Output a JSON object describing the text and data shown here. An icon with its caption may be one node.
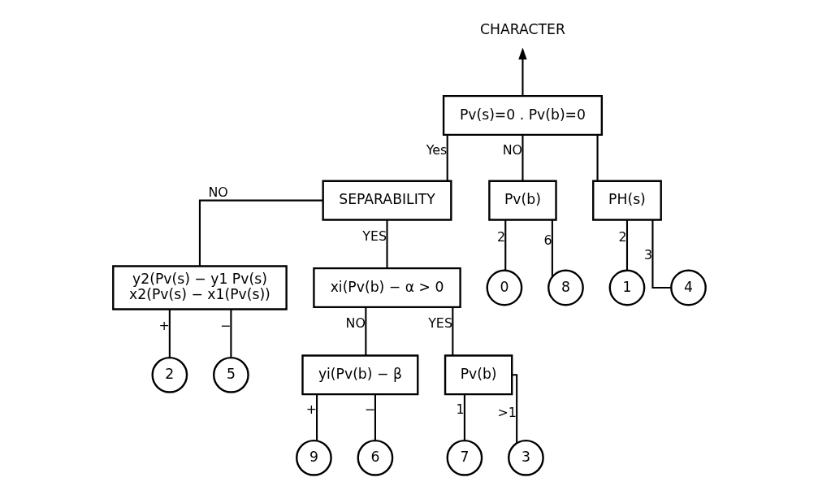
{
  "diagram": {
    "nodes": [
      {
        "text": [
          "CHARACTER"
        ]
      },
      {
        "text": [
          "Pv(s)=0 . Pv(b)=0"
        ]
      },
      {
        "text": [
          "SEPARABILITY"
        ]
      },
      {
        "text": [
          "y2(Pv(s) − y1 Pv(s)",
          "x2(Pv(s) − x1(Pv(s))"
        ]
      },
      {
        "text": [
          "xi(Pv(b) − α > 0"
        ]
      },
      {
        "text": [
          "yi(Pv(b) − β"
        ]
      },
      {
        "text": [
          "Pv(b)"
        ]
      },
      {
        "text": [
          "Pv(b)"
        ]
      },
      {
        "text": [
          "PH(s)"
        ]
      },
      {
        "text": [
          "2"
        ]
      },
      {
        "text": [
          "5"
        ]
      },
      {
        "text": [
          "9"
        ]
      },
      {
        "text": [
          "6"
        ]
      },
      {
        "text": [
          "7"
        ]
      },
      {
        "text": [
          "3"
        ]
      },
      {
        "text": [
          "0"
        ]
      },
      {
        "text": [
          "8"
        ]
      },
      {
        "text": [
          "1"
        ]
      },
      {
        "text": [
          "4"
        ]
      }
    ],
    "edges": [
      {
        "from": 1,
        "to": 0,
        "arrow": "to"
      },
      {
        "from": 1,
        "to": 2,
        "arrow": "none",
        "label": "Yes"
      },
      {
        "from": 1,
        "to": 7,
        "arrow": "none",
        "label": "NO"
      },
      {
        "from": 1,
        "to": 8,
        "arrow": "none"
      },
      {
        "from": 2,
        "to": 3,
        "arrow": "none",
        "label": "NO"
      },
      {
        "from": 2,
        "to": 4,
        "arrow": "none",
        "label": "YES"
      },
      {
        "from": 4,
        "to": 5,
        "arrow": "none",
        "label": "NO"
      },
      {
        "from": 4,
        "to": 6,
        "arrow": "none",
        "label": "YES"
      },
      {
        "from": 3,
        "to": 9,
        "arrow": "none",
        "label": "+"
      },
      {
        "from": 3,
        "to": 10,
        "arrow": "none",
        "label": "−"
      },
      {
        "from": 5,
        "to": 11,
        "arrow": "none",
        "label": "+"
      },
      {
        "from": 5,
        "to": 12,
        "arrow": "none",
        "label": "−"
      },
      {
        "from": 6,
        "to": 13,
        "arrow": "none",
        "label": "1"
      },
      {
        "from": 6,
        "to": 14,
        "arrow": "none",
        "label": ">1"
      },
      {
        "from": 7,
        "to": 15,
        "arrow": "none",
        "label": "2"
      },
      {
        "from": 7,
        "to": 16,
        "arrow": "none",
        "label": "6"
      },
      {
        "from": 8,
        "to": 17,
        "arrow": "none",
        "label": "2"
      },
      {
        "from": 8,
        "to": 18,
        "arrow": "none",
        "label": "3"
      }
    ]
  }
}
